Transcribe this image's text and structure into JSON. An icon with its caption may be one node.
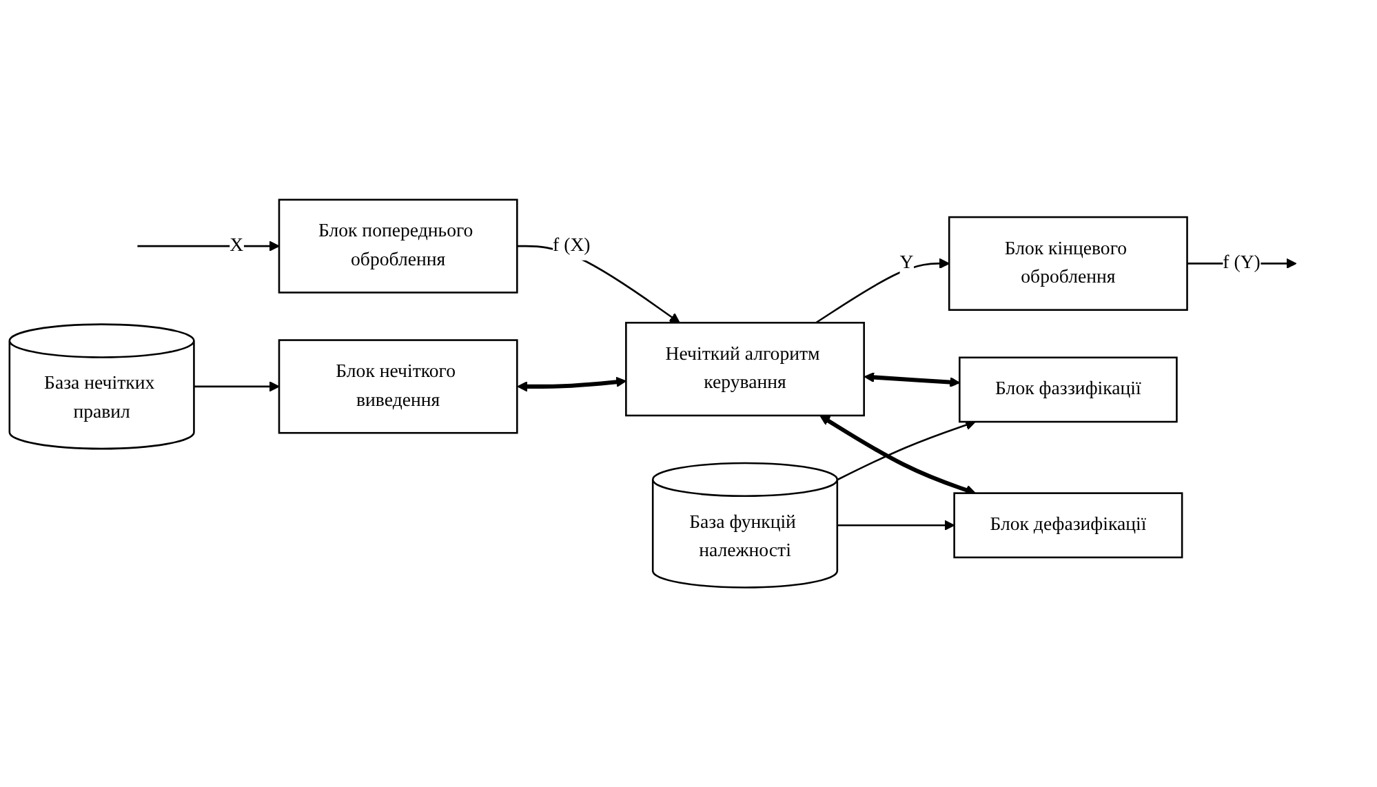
{
  "diagram": {
    "nodes": [
      {
        "text": [
          "База нечітких правил"
        ]
      },
      {
        "text": [
          "Блок нечіткого виведення"
        ]
      },
      {
        "text": [
          "Блок попереднього оброблення"
        ]
      },
      {
        "text": [
          "Нечіткий алгоритм керування"
        ]
      },
      {
        "text": [
          "Блок кінцевого оброблення"
        ]
      },
      {
        "text": [
          "Блок фаззифікації"
        ]
      },
      {
        "text": [
          "База функцій належності"
        ]
      },
      {
        "text": [
          "Блок дефазифікації"
        ]
      }
    ],
    "edges": [
      {
        "from": null,
        "to": 2,
        "arrow": "to",
        "label": "X"
      },
      {
        "from": 2,
        "to": 3,
        "arrow": "to",
        "label": "f (X)"
      },
      {
        "from": 3,
        "to": 4,
        "arrow": "to",
        "label": "Y"
      },
      {
        "from": 4,
        "to": null,
        "arrow": "to",
        "label": "f (Y)"
      },
      {
        "from": 0,
        "to": 1,
        "arrow": "to"
      },
      {
        "from": 1,
        "to": 3,
        "arrow": "both",
        "style": "thick"
      },
      {
        "from": 3,
        "to": 5,
        "arrow": "both",
        "style": "thick"
      },
      {
        "from": 3,
        "to": 7,
        "arrow": "both",
        "style": "thick"
      },
      {
        "from": 6,
        "to": 5,
        "arrow": "to"
      },
      {
        "from": 6,
        "to": 7,
        "arrow": "to"
      }
    ]
  }
}
